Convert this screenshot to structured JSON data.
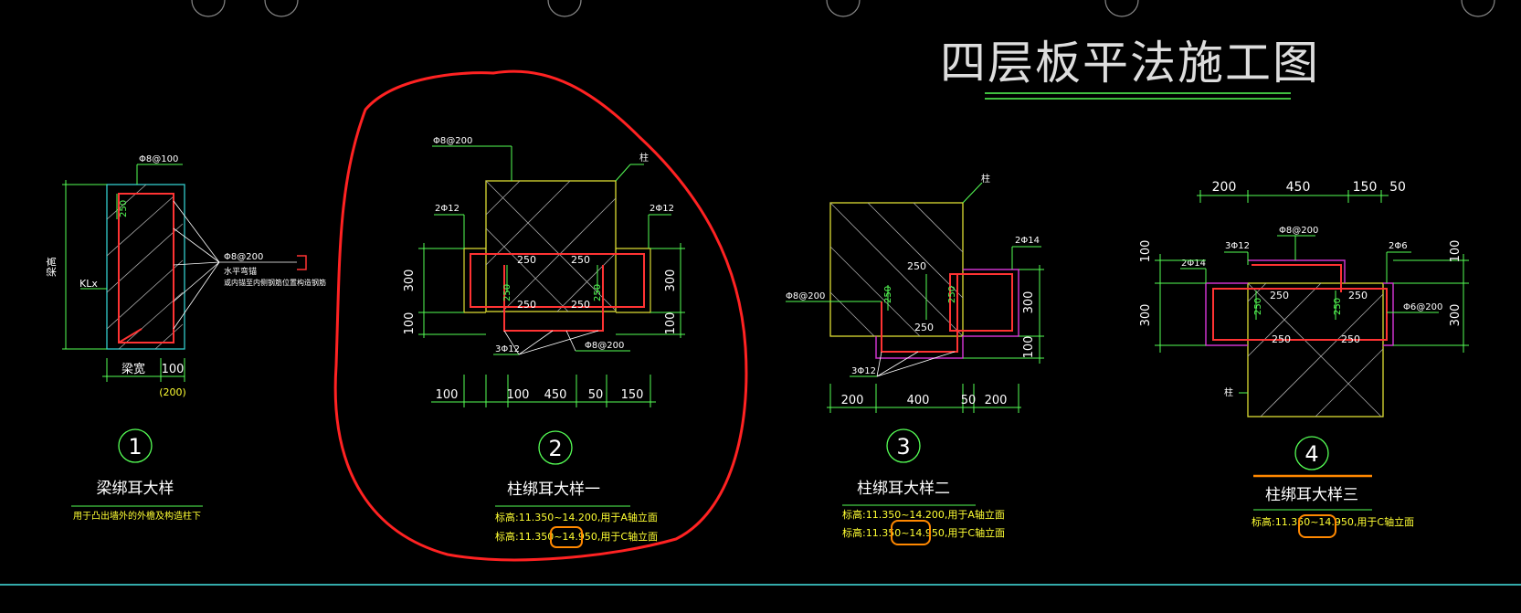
{
  "drawing_title": "四层板平法施工图",
  "details": [
    {
      "number": "1",
      "title": "梁绑耳大样",
      "notes": [
        "用于凸出墙外的外檐及构造柱下"
      ],
      "labels": {
        "top_rebar": "Φ8@100",
        "right_rebar": "Φ8@200",
        "right_note1": "水平弯锚",
        "right_note2": "或内锚至内侧钢筋位置构造钢筋",
        "beam_tag": "KLx",
        "left_dim": "梁高",
        "width_label": "梁宽",
        "width_dim": "100",
        "width_alt": "(200)",
        "green_250": "250"
      }
    },
    {
      "number": "2",
      "title": "柱绑耳大样一",
      "notes": [
        "标高:11.350~14.200,用于A轴立面",
        "标高:11.350~14.950,用于C轴立面"
      ],
      "labels": {
        "top_rebar": "Φ8@200",
        "col_tag": "柱",
        "left_bars": "2Φ12",
        "right_bars": "2Φ12",
        "bottom_bars": "3Φ12",
        "bottom_stirrup": "Φ8@200",
        "h300_l": "300",
        "h100_l": "100",
        "h300_r": "300",
        "h100_r": "100",
        "d250_a": "250",
        "d250_b": "250",
        "d250_c": "250",
        "d250_d": "250",
        "g250_a": "250",
        "g250_b": "250",
        "bottom_dims": [
          "100",
          "100",
          "450",
          "50",
          "150"
        ]
      }
    },
    {
      "number": "3",
      "title": "柱绑耳大样二",
      "notes": [
        "标高:11.350~14.200,用于A轴立面",
        "标高:11.350~14.950,用于C轴立面"
      ],
      "labels": {
        "col_tag": "柱",
        "right_bars": "2Φ14",
        "left_stirrup": "Φ8@200",
        "bottom_bars": "3Φ12",
        "h300": "300",
        "h100": "100",
        "d250_a": "250",
        "d250_b": "250",
        "g250_a": "250",
        "g250_b": "250",
        "bottom_dims": [
          "200",
          "400",
          "50",
          "200"
        ]
      }
    },
    {
      "number": "4",
      "title": "柱绑耳大样三",
      "notes": [
        "标高:11.350~14.950,用于C轴立面"
      ],
      "labels": {
        "top_dims": [
          "200",
          "450",
          "150",
          "50"
        ],
        "top_stirrup": "Φ8@200",
        "left_bars_top": "3Φ12",
        "left_bars": "2Φ14",
        "right_bars": "2Φ6",
        "right_stirrup": "Φ6@200",
        "col_tag": "柱",
        "h100_l": "100",
        "h300_l": "300",
        "h100_r": "100",
        "h300_r": "300",
        "d250_a": "250",
        "d250_b": "250",
        "d250_c": "250",
        "d250_d": "250",
        "g250_a": "250",
        "g250_b": "250"
      }
    }
  ],
  "colors": {
    "background": "#000000",
    "dimension_lines": "#33dd33",
    "text_white": "#ffffff",
    "text_yellow": "#ffff33",
    "column_outline": "#dddd33",
    "rebar_red": "#ff3333",
    "ear_magenta": "#cc33cc",
    "annotation_red": "#ff2222",
    "annotation_orange": "#ff8800",
    "bottom_line_cyan": "#33aaaa"
  }
}
